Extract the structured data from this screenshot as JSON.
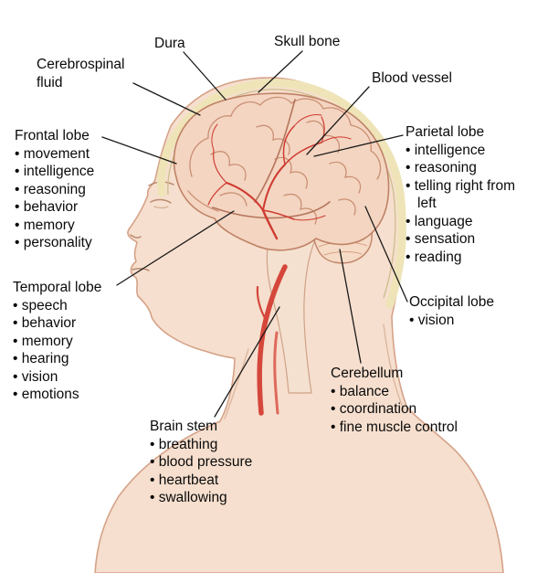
{
  "labels": {
    "dura": {
      "title": "Dura"
    },
    "skull_bone": {
      "title": "Skull bone"
    },
    "csf": {
      "title": "Cerebrospinal fluid"
    },
    "blood_vessel": {
      "title": "Blood vessel"
    },
    "frontal": {
      "title": "Frontal lobe",
      "items": [
        "• movement",
        "• intelligence",
        "• reasoning",
        "• behavior",
        "• memory",
        "• personality"
      ]
    },
    "parietal": {
      "title": "Parietal lobe",
      "items": [
        "• intelligence",
        "• reasoning",
        "• telling right from left",
        "• language",
        "• sensation",
        "• reading"
      ]
    },
    "occipital": {
      "title": "Occipital lobe",
      "items": [
        "• vision"
      ]
    },
    "temporal": {
      "title": "Temporal lobe",
      "items": [
        "• speech",
        "• behavior",
        "• memory",
        "• hearing",
        "• vision",
        "• emotions"
      ]
    },
    "cerebellum": {
      "title": "Cerebellum",
      "items": [
        "• balance",
        "• coordination",
        "• fine muscle control"
      ]
    },
    "brain_stem": {
      "title": "Brain stem",
      "items": [
        "• breathing",
        "• blood pressure",
        "• heartbeat",
        "• swallowing"
      ]
    }
  },
  "colors": {
    "skin": "#f6dfce",
    "skin_outline": "#d5a288",
    "skull_bone_band": "#eee4b8",
    "dura_line": "#cdbd8c",
    "brain_fill": "#f4d5c1",
    "brain_outline": "#bf8266",
    "gyri": "#c98f73",
    "artery_red": "#cf3a30",
    "leader_line": "#1a1a1a",
    "text": "#0a0a0a"
  }
}
